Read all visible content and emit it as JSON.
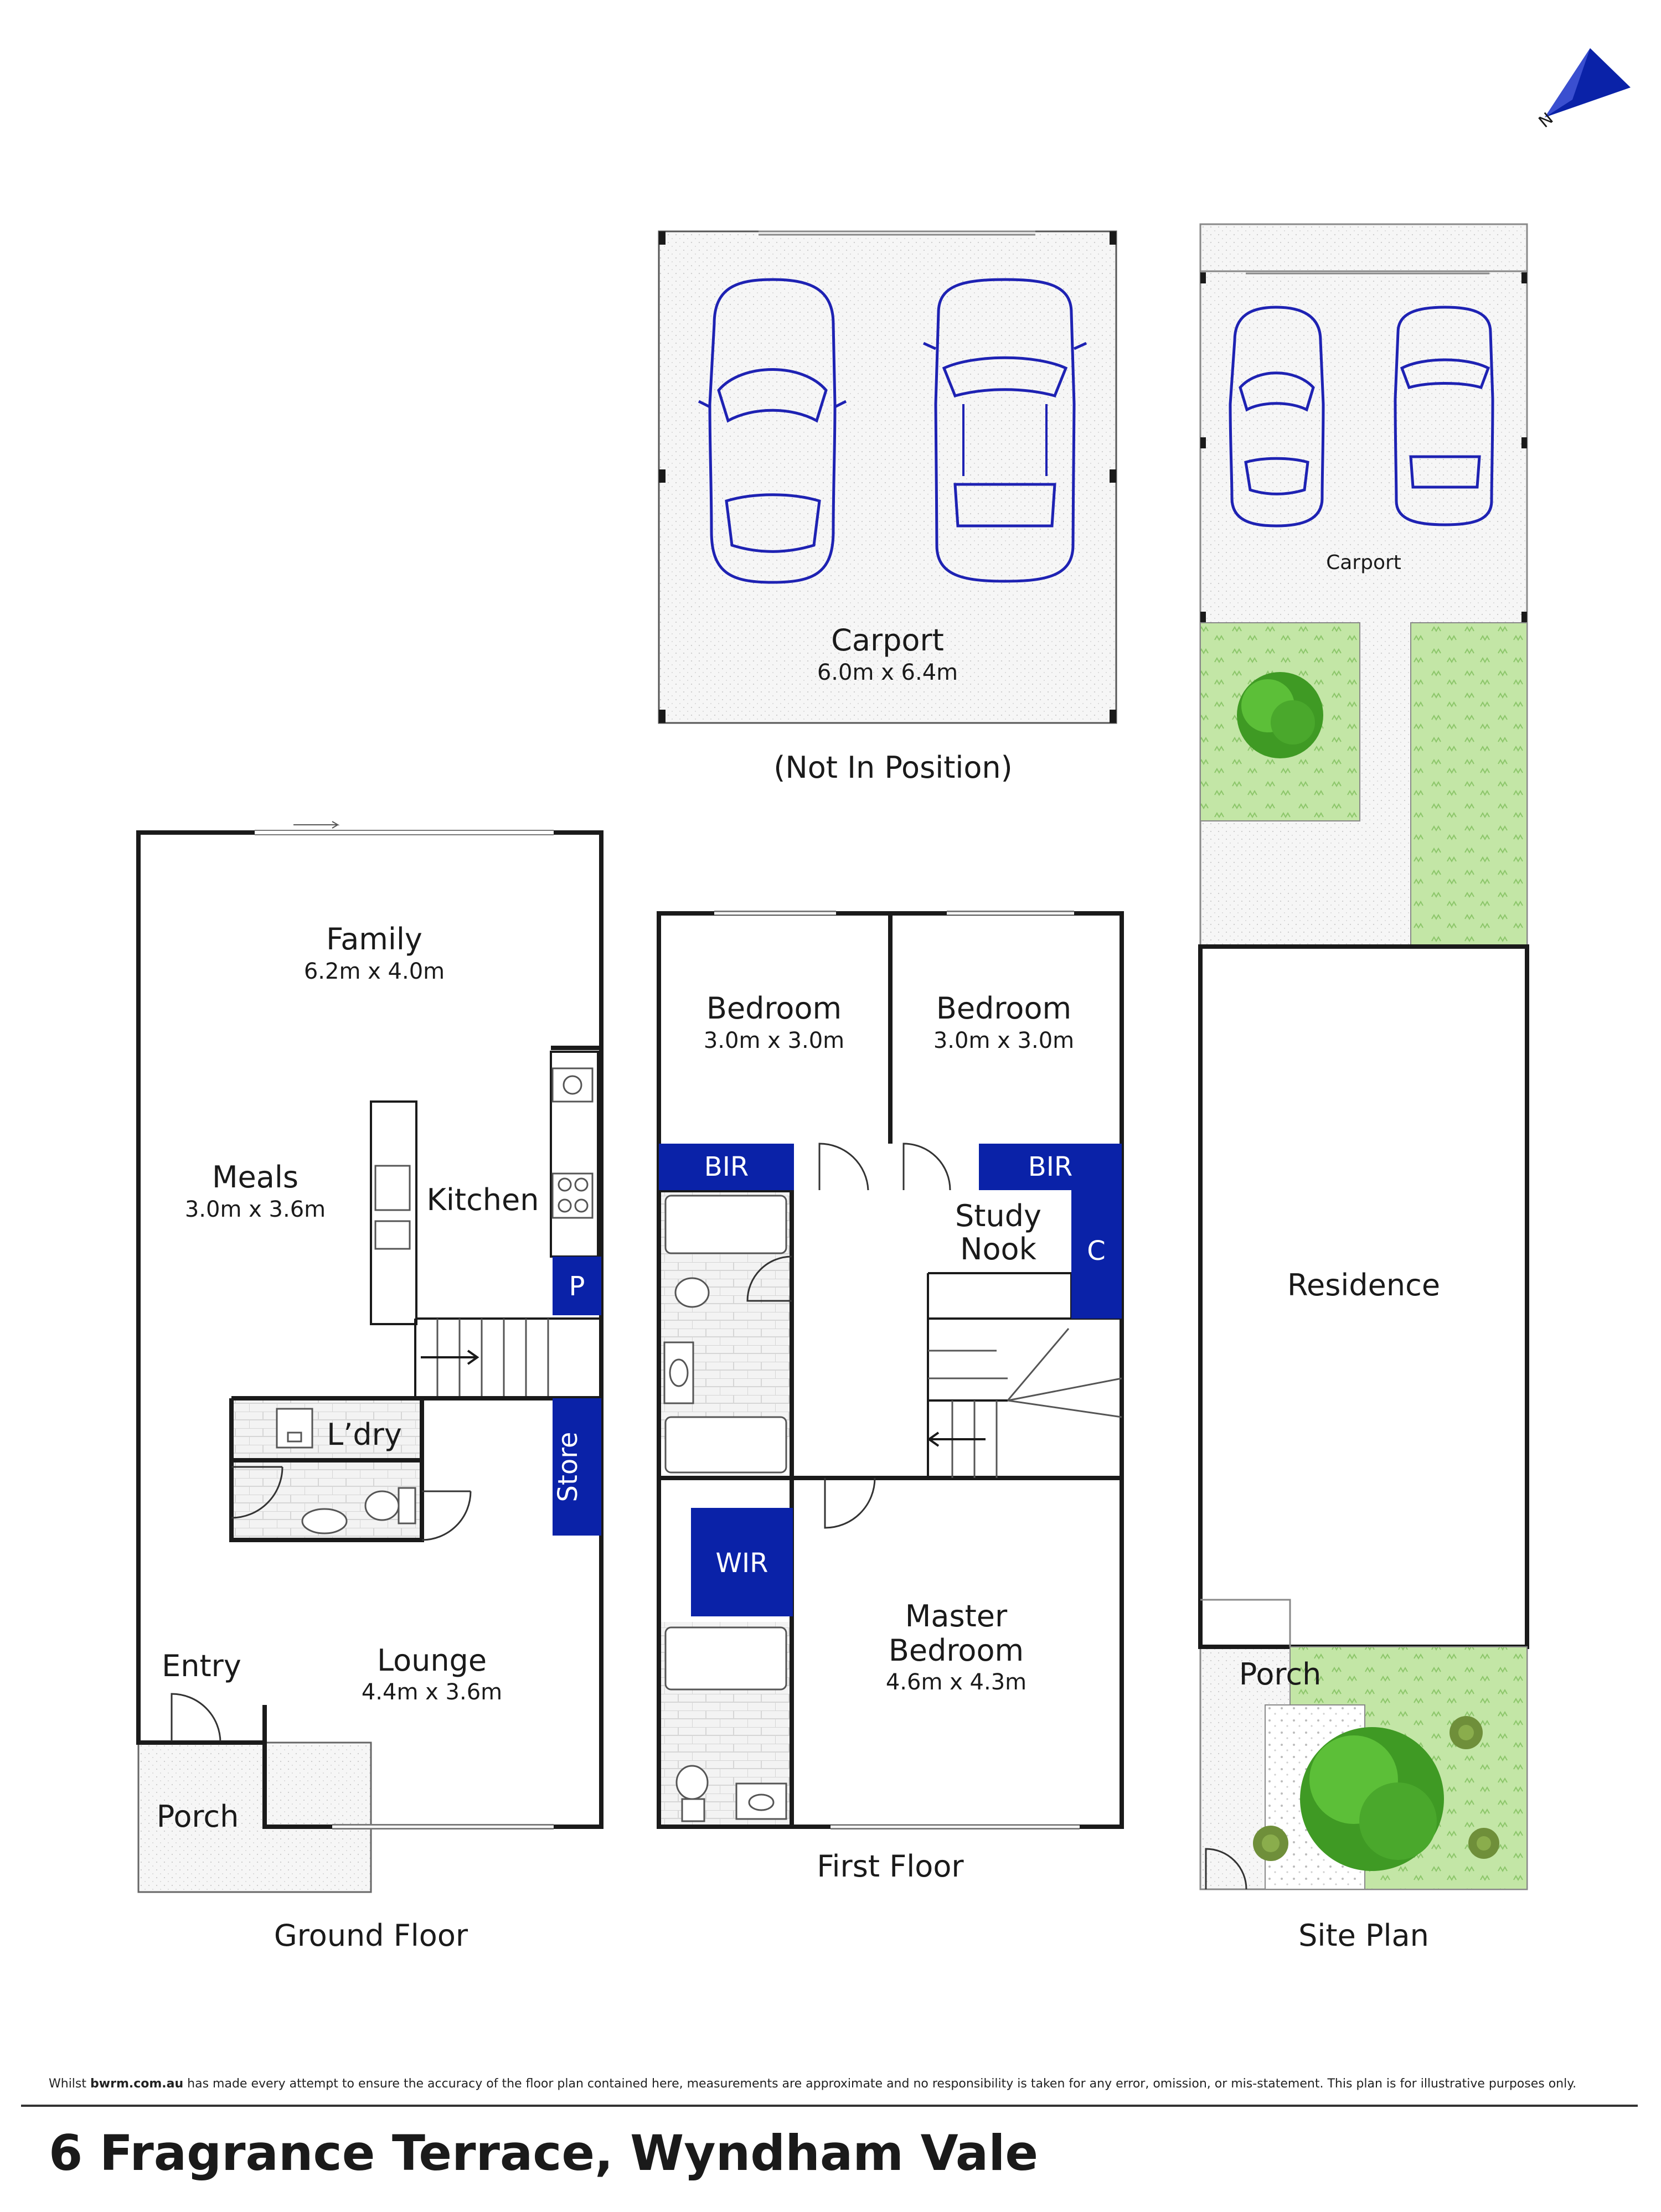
{
  "property": {
    "address": "6 Fragrance Terrace, Wyndham Vale"
  },
  "disclaimer": {
    "prefix": "Whilst",
    "brand": "bwrm.com.au",
    "text": "has made every attempt to ensure the accuracy of the floor plan contained here, measurements are approximate and no responsibility is taken for any error, omission, or mis-statement. This plan is for illustrative purposes only."
  },
  "compass": {
    "label": "N"
  },
  "carport": {
    "name": "Carport",
    "dims": "6.0m x 6.4m",
    "note": "(Not In Position)"
  },
  "ground_floor": {
    "title": "Ground Floor",
    "rooms": {
      "family": {
        "name": "Family",
        "dims": "6.2m x 4.0m"
      },
      "meals": {
        "name": "Meals",
        "dims": "3.0m x 3.6m"
      },
      "kitchen": {
        "name": "Kitchen"
      },
      "pantry": {
        "name": "P"
      },
      "laundry": {
        "name": "L’dry"
      },
      "store": {
        "name": "Store"
      },
      "entry": {
        "name": "Entry"
      },
      "lounge": {
        "name": "Lounge",
        "dims": "4.4m x 3.6m"
      },
      "porch": {
        "name": "Porch"
      }
    }
  },
  "first_floor": {
    "title": "First Floor",
    "rooms": {
      "bedroom_left": {
        "name": "Bedroom",
        "dims": "3.0m x 3.0m"
      },
      "bedroom_right": {
        "name": "Bedroom",
        "dims": "3.0m x 3.0m"
      },
      "bir_left": {
        "name": "BIR"
      },
      "bir_right": {
        "name": "BIR"
      },
      "study_nook": {
        "name_line1": "Study",
        "name_line2": "Nook"
      },
      "cupboard": {
        "name": "C"
      },
      "wir": {
        "name": "WIR"
      },
      "master": {
        "name_line1": "Master",
        "name_line2": "Bedroom",
        "dims": "4.6m x 4.3m"
      }
    }
  },
  "site_plan": {
    "title": "Site Plan",
    "carport": "Carport",
    "residence": "Residence",
    "porch": "Porch"
  },
  "colors": {
    "walls": "#1a1a1a",
    "storage_blue": "#0a22a8",
    "car_outline": "#1e22b3",
    "grass": "#bfe3a2",
    "grass_dark": "#6fb34a",
    "tree": "#4caf2e",
    "paving": "#f1f1f1"
  }
}
